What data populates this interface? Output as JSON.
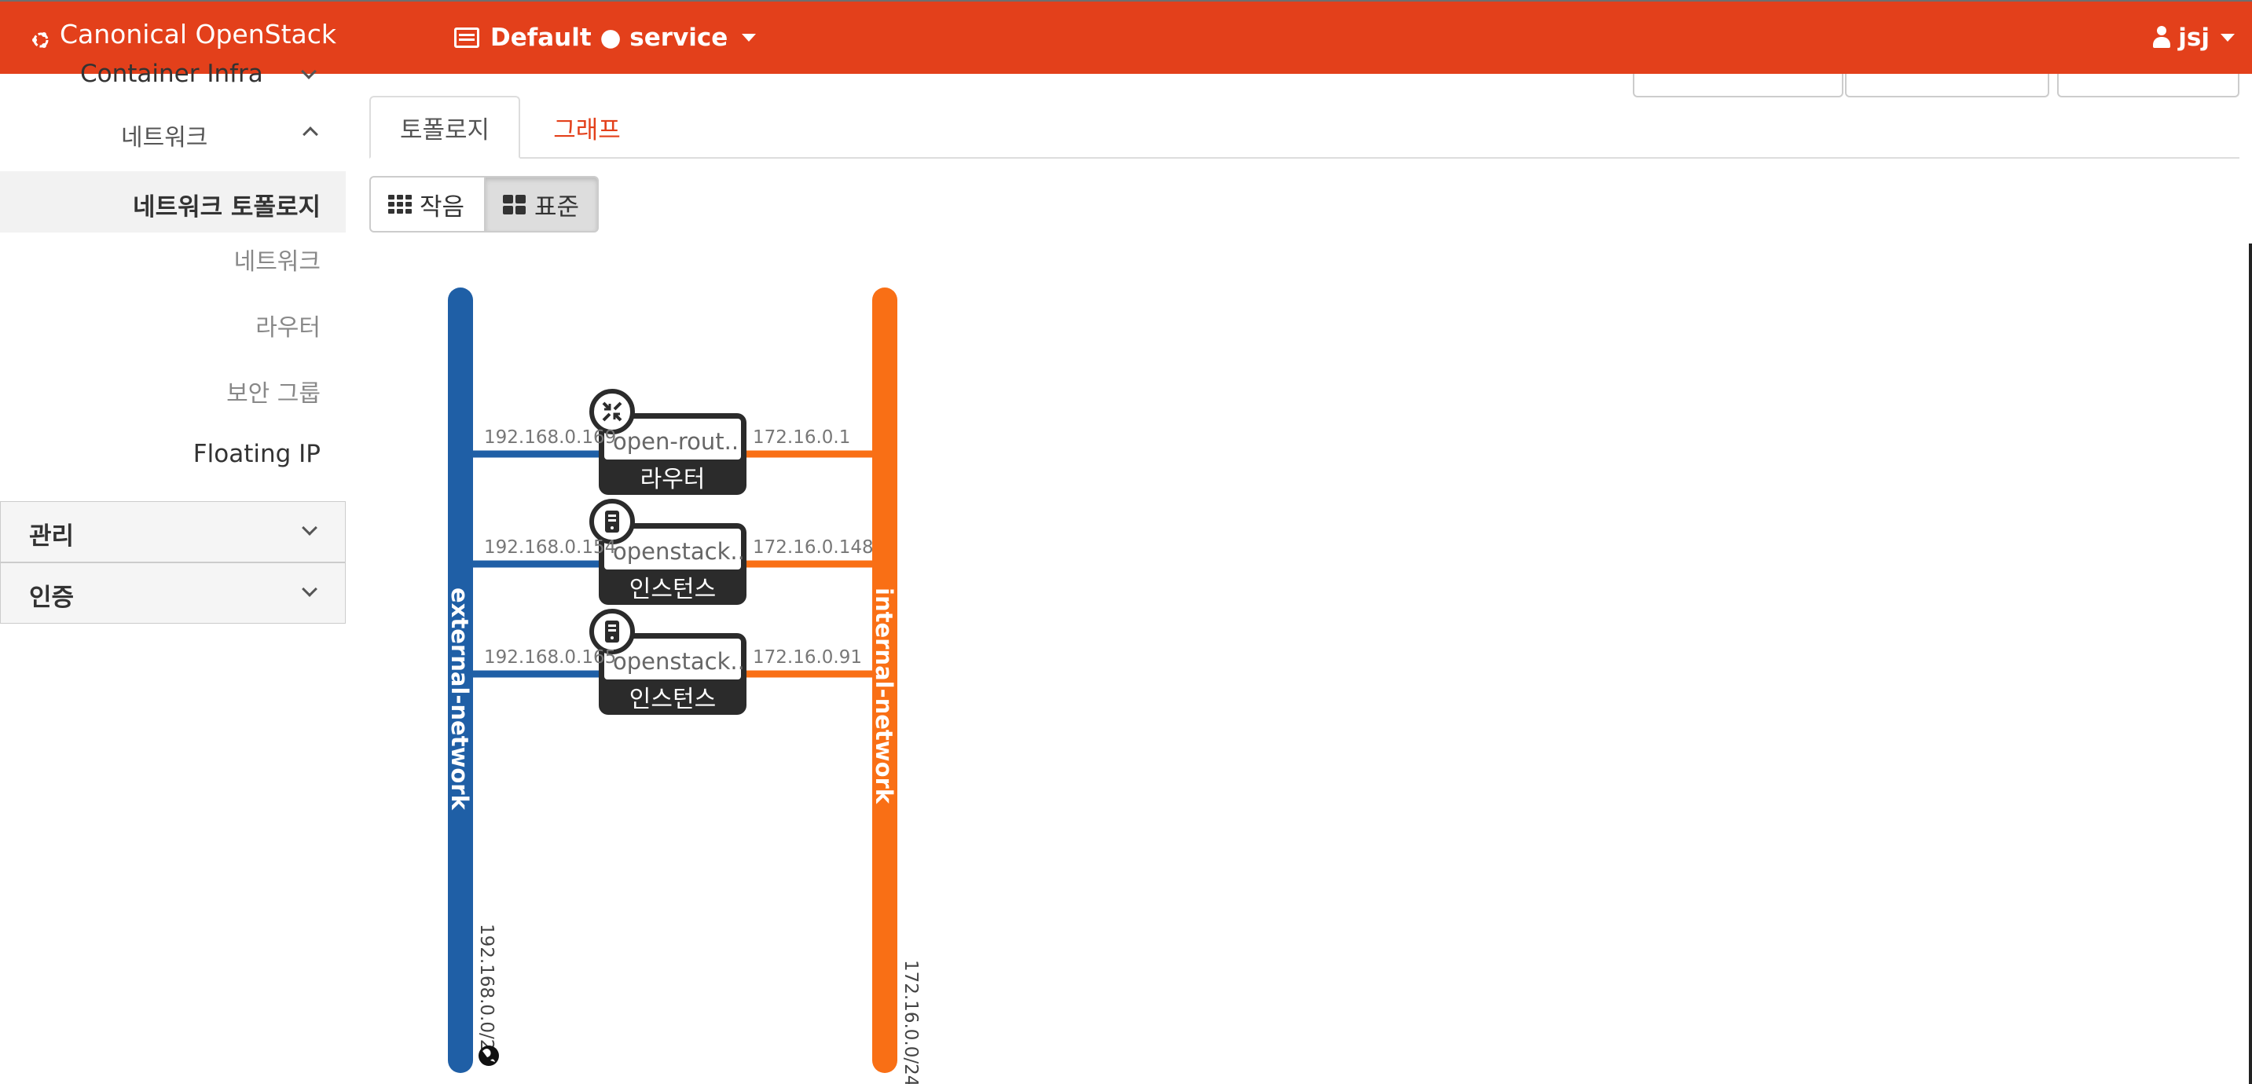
{
  "header": {
    "brand": "Canonical OpenStack",
    "project_label": "Default ● service",
    "user_label": "jsj"
  },
  "sidebar": {
    "container_infra": "Container Infra",
    "network_group": "네트워크",
    "items": [
      {
        "label": "네트워크 토폴로지",
        "active": true
      },
      {
        "label": "네트워크",
        "active": false
      },
      {
        "label": "라우터",
        "active": false
      },
      {
        "label": "보안 그룹",
        "active": false
      },
      {
        "label": "Floating IP",
        "active": false
      }
    ],
    "sections": [
      {
        "label": "관리"
      },
      {
        "label": "인증"
      }
    ]
  },
  "tabs": [
    {
      "label": "토폴로지",
      "active": true
    },
    {
      "label": "그래프",
      "active": false
    }
  ],
  "view_toggle": {
    "small_label": "작음",
    "normal_label": "표준",
    "selected": "normal"
  },
  "topology": {
    "colors": {
      "external": "#1f5fa6",
      "internal": "#f96f15",
      "device": "#2b2b2b"
    },
    "networks": [
      {
        "name": "external-network",
        "cidr": "192.168.0.0/24",
        "color": "#1f5fa6",
        "external": true
      },
      {
        "name": "internal-network",
        "cidr": "172.16.0.0/24",
        "color": "#f96f15",
        "external": false
      }
    ],
    "devices": [
      {
        "name": "open-rout..",
        "type_label": "라우터",
        "icon": "router-icon",
        "ext_ip": "192.168.0.169",
        "int_ip": "172.16.0.1"
      },
      {
        "name": "openstack..",
        "type_label": "인스턴스",
        "icon": "server-icon",
        "ext_ip": "192.168.0.154",
        "int_ip": "172.16.0.148"
      },
      {
        "name": "openstack..",
        "type_label": "인스턴스",
        "icon": "server-icon",
        "ext_ip": "192.168.0.165",
        "int_ip": "172.16.0.91"
      }
    ]
  }
}
